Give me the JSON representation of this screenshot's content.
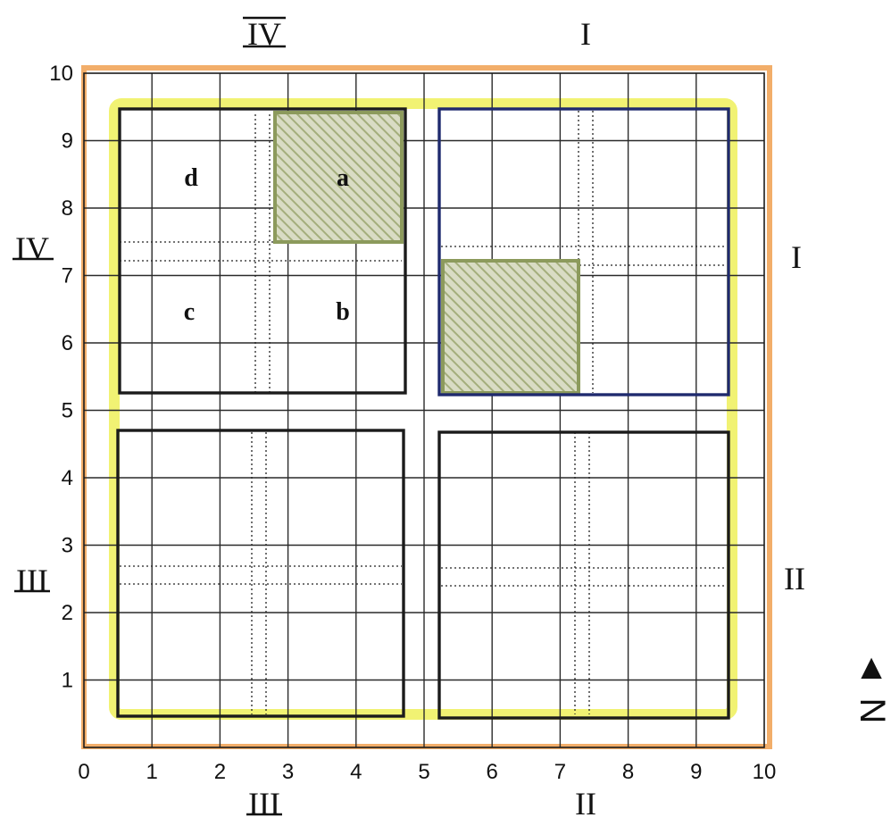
{
  "axes": {
    "x_ticks": [
      "0",
      "1",
      "2",
      "3",
      "4",
      "5",
      "6",
      "7",
      "8",
      "9",
      "10"
    ],
    "y_ticks": [
      "1",
      "2",
      "3",
      "4",
      "5",
      "6",
      "7",
      "8",
      "9",
      "10"
    ]
  },
  "roman_labels": {
    "top_left": "IV",
    "top_right": "I",
    "left_upper": "IV",
    "left_lower": "III",
    "right_upper": "I",
    "right_lower": "II",
    "bottom_left": "III",
    "bottom_right": "II"
  },
  "subplot_letters": {
    "a": "a",
    "b": "b",
    "c": "c",
    "d": "d"
  },
  "north_marker": {
    "letter": "N",
    "arrow": "▲"
  },
  "colors": {
    "outer_edge": "#f0a050",
    "inner_edge": "#eef05a",
    "hatch": "#8c9a5c",
    "quadrant_I_edge": "#1f2a6e"
  }
}
